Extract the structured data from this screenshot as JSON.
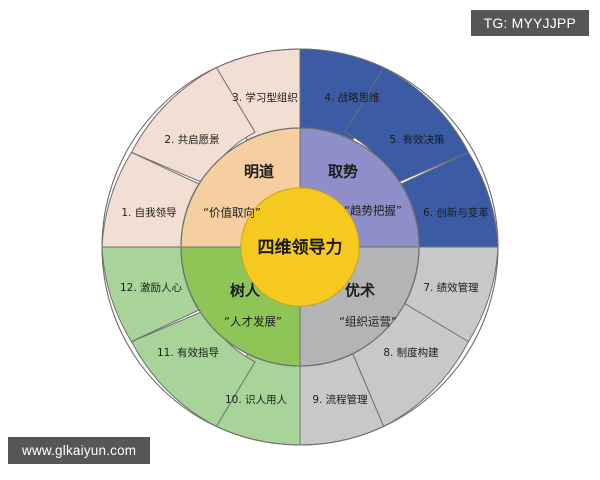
{
  "diagram": {
    "center": {
      "label": "四维领导力"
    },
    "quadrants": [
      {
        "id": "ming-dao",
        "name": "明道",
        "subtitle": "“价值取向”",
        "inner_color": "#F5CFA0",
        "outer_color": "#F2DED2",
        "position": "top-left"
      },
      {
        "id": "qu-shi",
        "name": "取势",
        "subtitle": "“趋势把握”",
        "inner_color": "#8E8FC8",
        "outer_color": "#3B5BA5",
        "position": "top-right"
      },
      {
        "id": "you-shu",
        "name": "优术",
        "subtitle": "“组织运营”",
        "inner_color": "#B4B4B4",
        "outer_color": "#C8C8C8",
        "position": "bottom-right"
      },
      {
        "id": "shu-ren",
        "name": "树人",
        "subtitle": "“人才发展”",
        "inner_color": "#8DC556",
        "outer_color": "#A8D49A",
        "position": "bottom-left"
      }
    ],
    "items": [
      {
        "number": "1.",
        "label": "自我领导",
        "text": "1. 自我领导",
        "quadrant": "ming-dao"
      },
      {
        "number": "2.",
        "label": "共启愿景",
        "text": "2. 共启愿景",
        "quadrant": "ming-dao"
      },
      {
        "number": "3.",
        "label": "学习型组织",
        "text": "3. 学习型组织",
        "quadrant": "ming-dao"
      },
      {
        "number": "4.",
        "label": "战略思维",
        "text": "4. 战略思维",
        "quadrant": "qu-shi"
      },
      {
        "number": "5.",
        "label": "有效决策",
        "text": "5. 有效决策",
        "quadrant": "qu-shi"
      },
      {
        "number": "6.",
        "label": "创新与变革",
        "text": "6. 创新与变革",
        "quadrant": "qu-shi"
      },
      {
        "number": "7.",
        "label": "绩效管理",
        "text": "7. 绩效管理",
        "quadrant": "you-shu"
      },
      {
        "number": "8.",
        "label": "制度构建",
        "text": "8. 制度构建",
        "quadrant": "you-shu"
      },
      {
        "number": "9.",
        "label": "流程管理",
        "text": "9. 流程管理",
        "quadrant": "you-shu"
      },
      {
        "number": "10.",
        "label": "识人用人",
        "text": "10. 识人用人",
        "quadrant": "shu-ren"
      },
      {
        "number": "11.",
        "label": "有效指导",
        "text": "11. 有效指导",
        "quadrant": "shu-ren"
      },
      {
        "number": "12.",
        "label": "激励人心",
        "text": "12. 激励人心",
        "quadrant": "shu-ren"
      }
    ],
    "colors": {
      "center_fill": "#F5C91E",
      "background": "#FFFFFF",
      "stroke": "#6F6F6F"
    }
  },
  "watermarks": {
    "top_right": "TG: MYYJJPP",
    "bottom_left": "www.glkaiyun.com",
    "badge_bg": "#565656",
    "badge_fg": "#FFFFFF"
  }
}
